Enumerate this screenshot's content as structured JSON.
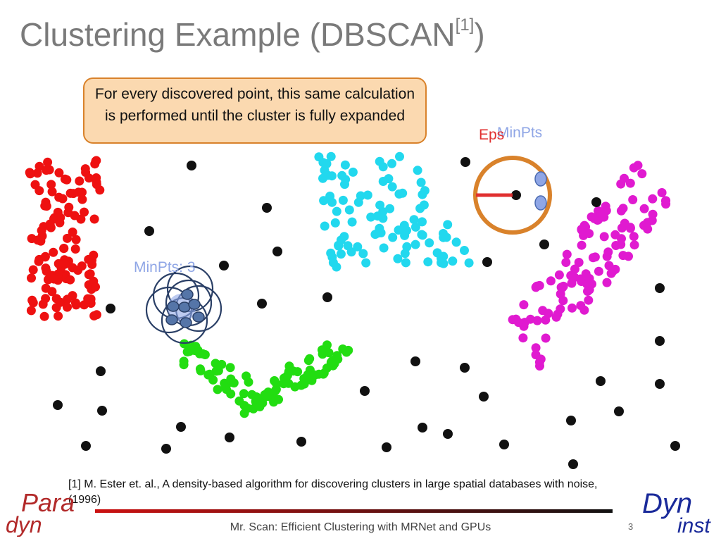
{
  "slide": {
    "title": "Clustering Example (DBSCAN",
    "title_ref": "[1]",
    "title_close": ")",
    "callout": "For every discovered point, this same calculation is performed until the cluster is fully expanded",
    "minpts_left": "MinPts: 3",
    "minpts_right": "MinPts",
    "eps_label": "Eps",
    "reference": "[1] M. Ester et. al., A density-based algorithm for discovering clusters in large spatial databases with noise, (1996)",
    "footer": "Mr. Scan: Efficient Clustering with MRNet and GPUs",
    "page_number": "3"
  },
  "logos": {
    "left_para": "Para",
    "left_dyn": "dyn",
    "right_dyn": "Dyn",
    "right_inst": "inst"
  },
  "colors": {
    "cluster_red": "#ee1111",
    "cluster_cyan": "#22d8ee",
    "cluster_green": "#22dd11",
    "cluster_magenta": "#e01ad0",
    "noise_black": "#111111",
    "eps_circle": "#d9822b",
    "eps_radius": "#e03030",
    "neighbor_fill": "#8fa6e6",
    "minpts_ring": "#2a3f66",
    "minpts_fill": "#5575a8",
    "footer_line": "#cc1111"
  }
}
